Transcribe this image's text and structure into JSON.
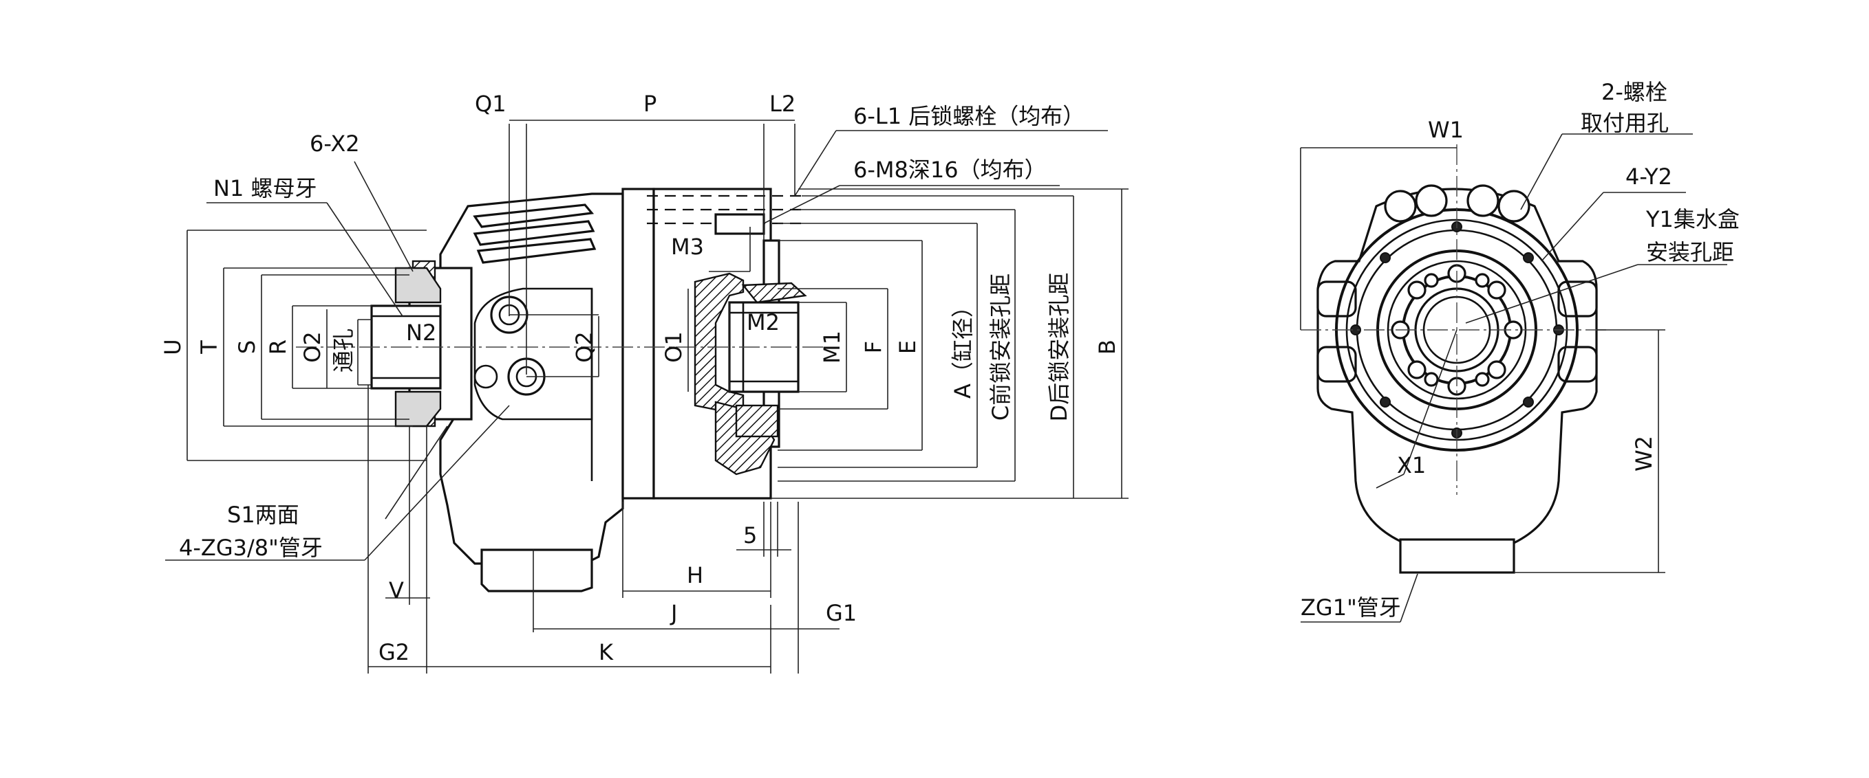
{
  "side_view": {
    "labels": {
      "q1": "Q1",
      "p": "P",
      "l2": "L2",
      "l1_note": "6-L1 后锁螺栓（均布）",
      "m8_note": "6-M8深16（均布）",
      "x2": "6-X2",
      "n1": "N1 螺母牙",
      "m3": "M3",
      "u": "U",
      "t": "T",
      "s": "S",
      "r": "R",
      "o2": "O2",
      "tongkong": "通孔",
      "n2": "N2",
      "q2": "Q2",
      "o1": "O1",
      "m2": "M2",
      "m1": "M1",
      "f": "F",
      "e": "E",
      "a": "A（缸径）",
      "c": "C前锁安装孔距",
      "d": "D后锁安装孔距",
      "b": "B",
      "s1": "S1两面",
      "zg38": "4-ZG3/8\"管牙",
      "five": "5",
      "h": "H",
      "j": "J",
      "g1": "G1",
      "v": "V",
      "g2": "G2",
      "k": "K"
    }
  },
  "front_view": {
    "labels": {
      "bolt2_line1": "2-螺栓",
      "bolt2_line2": "取付用孔",
      "w1": "W1",
      "y2": "4-Y2",
      "y1_line1": "Y1集水盒",
      "y1_line2": "安装孔距",
      "x1": "X1",
      "w2": "W2",
      "zg1": "ZG1\"管牙"
    }
  }
}
